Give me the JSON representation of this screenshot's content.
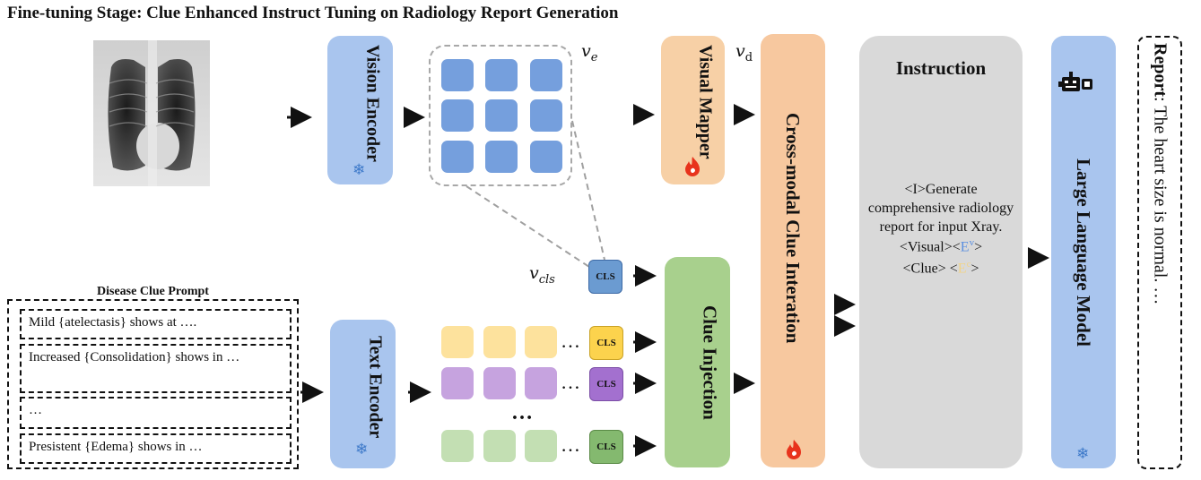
{
  "title": "Fine-tuning Stage: Clue Enhanced Instruct Tuning on Radiology Report Generation",
  "labels": {
    "vision_encoder": "Vision Encoder",
    "visual_mapper": "Visual Mapper",
    "text_encoder": "Text Encoder",
    "clue_injection": "Clue Injection",
    "cross_modal": "Cross-modal Clue Interation",
    "llm": "Large Language Model"
  },
  "vars": {
    "ve_base": "v",
    "ve_sub": "e",
    "vd_base": "v",
    "vd_sub": "d",
    "vcls_base": "v",
    "vcls_sub": "cls"
  },
  "cls_label": "CLS",
  "ellipsis": "…",
  "vdots": "…",
  "prompt": {
    "title": "Disease Clue Prompt",
    "items": [
      "Mild {atelectasis} shows at ….",
      "Increased {Consolidation} shows in …",
      "…",
      "Presistent {Edema} shows in …"
    ]
  },
  "instruction": {
    "title": "Instruction",
    "body_1": "<I>Generate comprehensive radiology report for input Xray.",
    "visual_tag": "<Visual><",
    "e_v": "E",
    "e_v_sup": "v",
    "close": ">",
    "clue_tag": "<Clue> <",
    "e_c": "E",
    "e_c_sup": "c"
  },
  "report": {
    "label": "Report",
    "text": ": The heart size is normal. …"
  },
  "colors": {
    "box_blue": "#a9c5ee",
    "mapper_orange": "#f7d0a6",
    "injection_green": "#a8d08d",
    "instruction_grey": "#d9d9d9",
    "cls_blue": "#6b9bd1",
    "cls_yellow": "#fcd34d",
    "cls_purple": "#a370cf",
    "cls_green": "#84b96f",
    "ev_color": "#5b8fe0",
    "ec_color": "#f1d488"
  },
  "icons": [
    "snowflake-icon",
    "flame-icon",
    "robot-icon",
    "xray-image"
  ]
}
